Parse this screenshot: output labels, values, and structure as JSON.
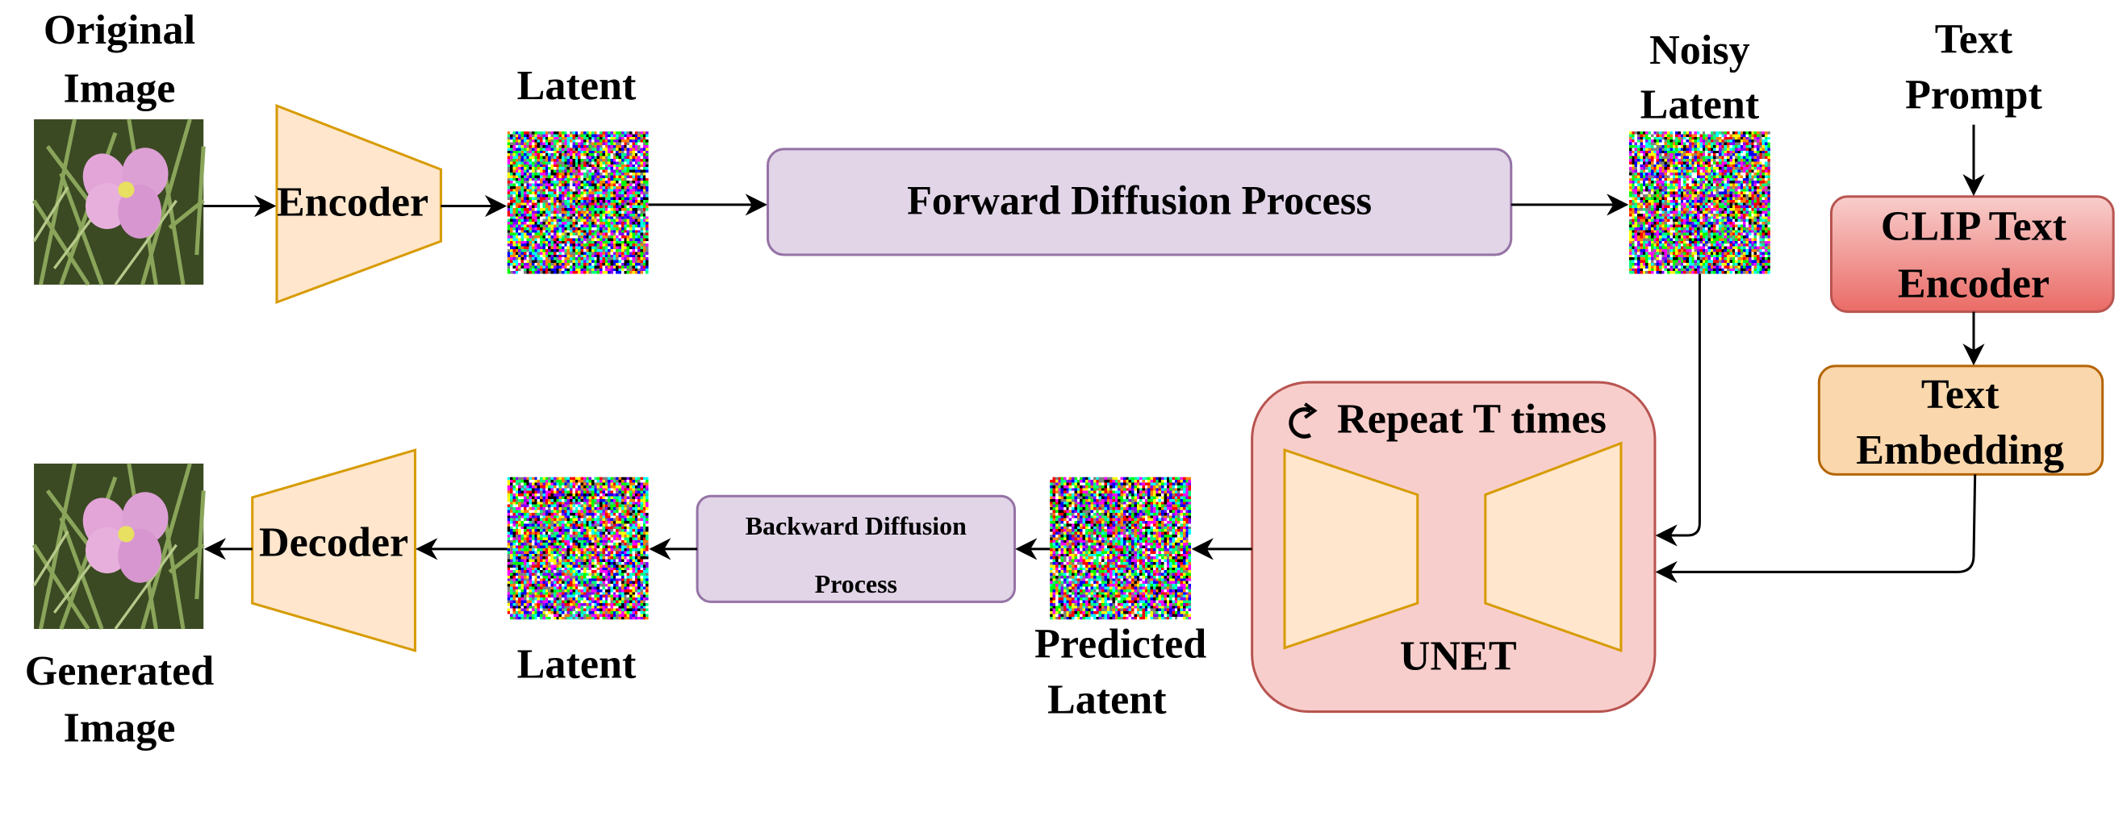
{
  "original_image": {
    "label_line1": "Original",
    "label_line2": "Image"
  },
  "encoder": {
    "label": "Encoder"
  },
  "latent_top": {
    "label": "Latent"
  },
  "forward": {
    "label": "Forward Diffusion Process"
  },
  "noisy_latent": {
    "label_line1": "Noisy",
    "label_line2": "Latent"
  },
  "text_prompt": {
    "label_line1": "Text",
    "label_line2": "Prompt"
  },
  "clip": {
    "label_line1": "CLIP Text",
    "label_line2": "Encoder"
  },
  "text_embedding": {
    "label_line1": "Text",
    "label_line2": "Embedding"
  },
  "unet": {
    "repeat_label": "Repeat T times",
    "label": "UNET",
    "icon": "refresh-icon"
  },
  "predicted_latent": {
    "label_line1": "Predicted",
    "label_line2": "Latent"
  },
  "backward": {
    "label_line1": "Backward Diffusion",
    "label_line2": "Process"
  },
  "latent_bottom": {
    "label": "Latent"
  },
  "decoder": {
    "label": "Decoder"
  },
  "generated_image": {
    "label_line1": "Generated",
    "label_line2": "Image"
  },
  "colors": {
    "trapezoid_fill": "#ffe6cc",
    "trapezoid_stroke": "#d79b00",
    "process_fill": "#e1d5e7",
    "process_stroke": "#9673a6",
    "red_fill": "#f8cecc",
    "red_stroke": "#b85450",
    "orange_fill": "#fad7ac",
    "orange_stroke": "#b46504"
  }
}
